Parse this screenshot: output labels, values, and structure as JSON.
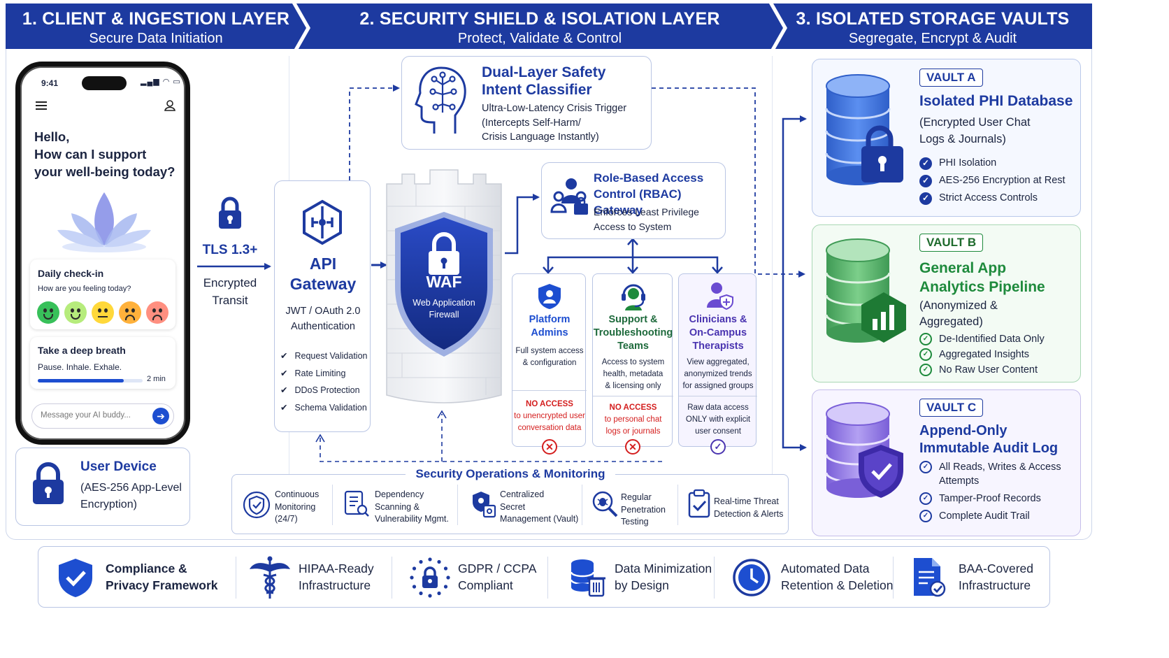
{
  "headers": [
    {
      "title": "1. CLIENT & INGESTION LAYER",
      "subtitle": "Secure Data Initiation"
    },
    {
      "title": "2. SECURITY SHIELD & ISOLATION LAYER",
      "subtitle": "Protect, Validate & Control"
    },
    {
      "title": "3. ISOLATED STORAGE VAULTS",
      "subtitle": "Segregate, Encrypt & Audit"
    }
  ],
  "phone": {
    "time": "9:41",
    "greeting": [
      "Hello,",
      "How can I support",
      "your well-being today?"
    ],
    "checkin_title": "Daily check-in",
    "checkin_question": "How are you feeling today?",
    "breath_title": "Take a deep breath",
    "breath_text": "Pause. Inhale. Exhale.",
    "breath_duration": "2 min",
    "breath_progress": 0.82,
    "message_placeholder": "Message your AI buddy..."
  },
  "user_device": {
    "title": "User Device",
    "desc": [
      "(AES-256 App-Level",
      "Encryption)"
    ]
  },
  "transit": {
    "protocol": "TLS 1.3+",
    "label": [
      "Encrypted",
      "Transit"
    ]
  },
  "api_gateway": {
    "title": [
      "API",
      "Gateway"
    ],
    "auth": [
      "JWT / OAuth 2.0",
      "Authentication"
    ],
    "features": [
      "Request Validation",
      "Rate Limiting",
      "DDoS Protection",
      "Schema Validation"
    ]
  },
  "waf": {
    "title": "WAF",
    "subtitle": [
      "Web Application",
      "Firewall"
    ]
  },
  "classifier": {
    "title": [
      "Dual-Layer Safety",
      "Intent Classifier"
    ],
    "desc": [
      "Ultra-Low-Latency Crisis Trigger",
      "(Intercepts Self-Harm/",
      "Crisis Language Instantly)"
    ]
  },
  "rbac": {
    "title": [
      "Role-Based Access",
      "Control (RBAC) Gateway"
    ],
    "desc": [
      "Enforces Least Privilege",
      "Access to System"
    ]
  },
  "roles": [
    {
      "title": [
        "Platform",
        "Admins"
      ],
      "access": [
        "Full system access",
        "& configuration"
      ],
      "restriction_head": "NO ACCESS",
      "restriction": [
        "to unencrypted user",
        "conversation data"
      ],
      "status": "denied"
    },
    {
      "title": [
        "Support &",
        "Troubleshooting",
        "Teams"
      ],
      "access": [
        "Access to system",
        "health, metadata",
        "& licensing only"
      ],
      "restriction_head": "NO ACCESS",
      "restriction": [
        "to personal chat",
        "logs or journals"
      ],
      "status": "denied"
    },
    {
      "title": [
        "Clinicians &",
        "On-Campus",
        "Therapists"
      ],
      "access": [
        "View aggregated,",
        "anonymized trends",
        "for assigned groups"
      ],
      "restriction_head": "",
      "restriction": [
        "Raw data access",
        "ONLY with explicit",
        "user consent"
      ],
      "status": "allowed"
    }
  ],
  "secops": {
    "title": "Security Operations & Monitoring",
    "items": [
      {
        "icon": "shield-monitor-icon",
        "text": [
          "Continuous",
          "Monitoring",
          "(24/7)"
        ]
      },
      {
        "icon": "document-scan-icon",
        "text": [
          "Dependency",
          "Scanning &",
          "Vulnerability Mgmt."
        ]
      },
      {
        "icon": "vault-key-icon",
        "text": [
          "Centralized",
          "Secret",
          "Management (Vault)"
        ]
      },
      {
        "icon": "magnifier-bug-icon",
        "text": [
          "Regular",
          "Penetration",
          "Testing"
        ]
      },
      {
        "icon": "clipboard-check-icon",
        "text": [
          "Real-time Threat",
          "Detection & Alerts"
        ]
      }
    ]
  },
  "vaults": [
    {
      "tag": "VAULT A",
      "title": [
        "Isolated PHI Database"
      ],
      "desc": [
        "(Encrypted User Chat",
        "Logs & Journals)"
      ],
      "items": [
        "PHI Isolation",
        "AES-256 Encryption at Rest",
        "Strict Access Controls"
      ],
      "color": "#1d3aa0"
    },
    {
      "tag": "VAULT B",
      "title": [
        "General App",
        "Analytics Pipeline"
      ],
      "desc": [
        "(Anonymized &",
        "Aggregated)"
      ],
      "items": [
        "De-Identified Data Only",
        "Aggregated Insights",
        "No Raw User Content"
      ],
      "color": "#1e8a3c"
    },
    {
      "tag": "VAULT C",
      "title": [
        "Append-Only",
        "Immutable Audit Log"
      ],
      "desc": [],
      "items": [
        "All Reads, Writes & Access Attempts",
        "Tamper-Proof Records",
        "Complete Audit Trail"
      ],
      "color": "#1d3aa0"
    }
  ],
  "compliance": [
    {
      "icon": "shield-check-icon",
      "text": [
        "Compliance &",
        "Privacy Framework"
      ]
    },
    {
      "icon": "caduceus-icon",
      "text": [
        "HIPAA-Ready",
        "Infrastructure"
      ]
    },
    {
      "icon": "eu-lock-icon",
      "text": [
        "GDPR / CCPA",
        "Compliant"
      ]
    },
    {
      "icon": "database-trash-icon",
      "text": [
        "Data Minimization",
        "by Design"
      ]
    },
    {
      "icon": "clock-icon",
      "text": [
        "Automated Data",
        "Retention & Deletion"
      ]
    },
    {
      "icon": "document-check-icon",
      "text": [
        "BAA-Covered",
        "Infrastructure"
      ]
    }
  ],
  "colors": {
    "primary": "#1d3aa0",
    "green": "#1e8a3c",
    "purple": "#6a4bd1",
    "red": "#d41e1e"
  }
}
